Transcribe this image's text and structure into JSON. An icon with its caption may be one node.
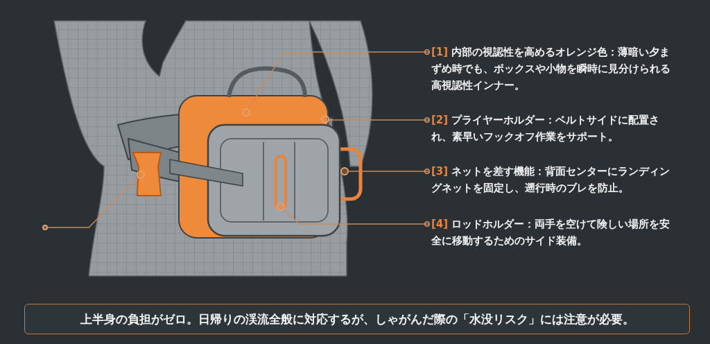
{
  "diagram": {
    "nodes": [
      {
        "text": [
          "**[1]** 内部の視認性を高めるオレンジ色：薄暗い夕まずめ時でも、ボックスや小物を瞬時に見分けられる高視認性インナー。"
        ]
      },
      {
        "text": [
          "**[2]** プライヤーホルダー：ベルトサイドに配置され、素早いフックオフ作業をサポート。"
        ]
      },
      {
        "text": [
          "**[3]** ネットを差す機能：背面センターにランディングネットを固定し、遡行時のブレを防止。"
        ]
      },
      {
        "text": [
          "**[4]** ロッドホルダー：両手を空けて険しい場所を安全に移動するためのサイド装備。"
        ]
      },
      {
        "text": [],
        "shape": "circle"
      },
      {
        "text": [],
        "shape": "circle"
      },
      {
        "text": [],
        "shape": "circle"
      },
      {
        "text": [],
        "shape": "circle"
      },
      {
        "text": [],
        "shape": "circle"
      },
      {
        "text": [],
        "shape": "circle"
      },
      {
        "text": [
          "上半身の負担がゼロ。日帰りの渓流全般に対応するが、しゃがんだ際の「水没リスク」には注意が必要。"
        ]
      }
    ],
    "edges": [
      {
        "from": 0,
        "to": 4,
        "arrow": "other"
      },
      {
        "from": 1,
        "to": 5,
        "arrow": "other"
      },
      {
        "from": 2,
        "to": 6,
        "arrow": "other"
      },
      {
        "from": 3,
        "to": 7,
        "arrow": "other"
      },
      {
        "from": 9,
        "to": 8,
        "arrow": "none"
      }
    ]
  }
}
